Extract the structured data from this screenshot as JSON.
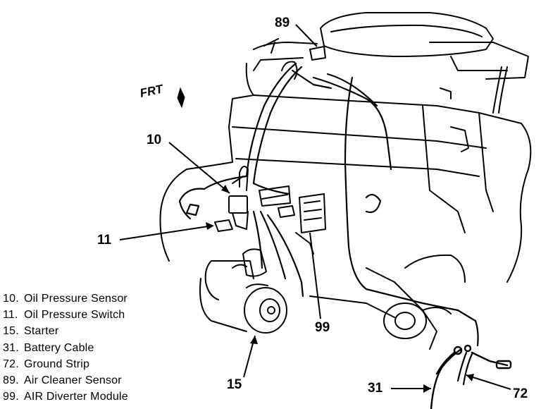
{
  "direction_label": "FRT",
  "callouts": {
    "c10": "10",
    "c11": "11",
    "c15": "15",
    "c31": "31",
    "c72": "72",
    "c89": "89",
    "c99": "99"
  },
  "legend": [
    {
      "num": "10.",
      "label": "Oil Pressure Sensor"
    },
    {
      "num": "11.",
      "label": "Oil Pressure Switch"
    },
    {
      "num": "15.",
      "label": "Starter"
    },
    {
      "num": "31.",
      "label": "Battery Cable"
    },
    {
      "num": "72.",
      "label": "Ground Strip"
    },
    {
      "num": "89.",
      "label": "Air Cleaner Sensor"
    },
    {
      "num": "99.",
      "label": "AIR Diverter Module"
    }
  ]
}
